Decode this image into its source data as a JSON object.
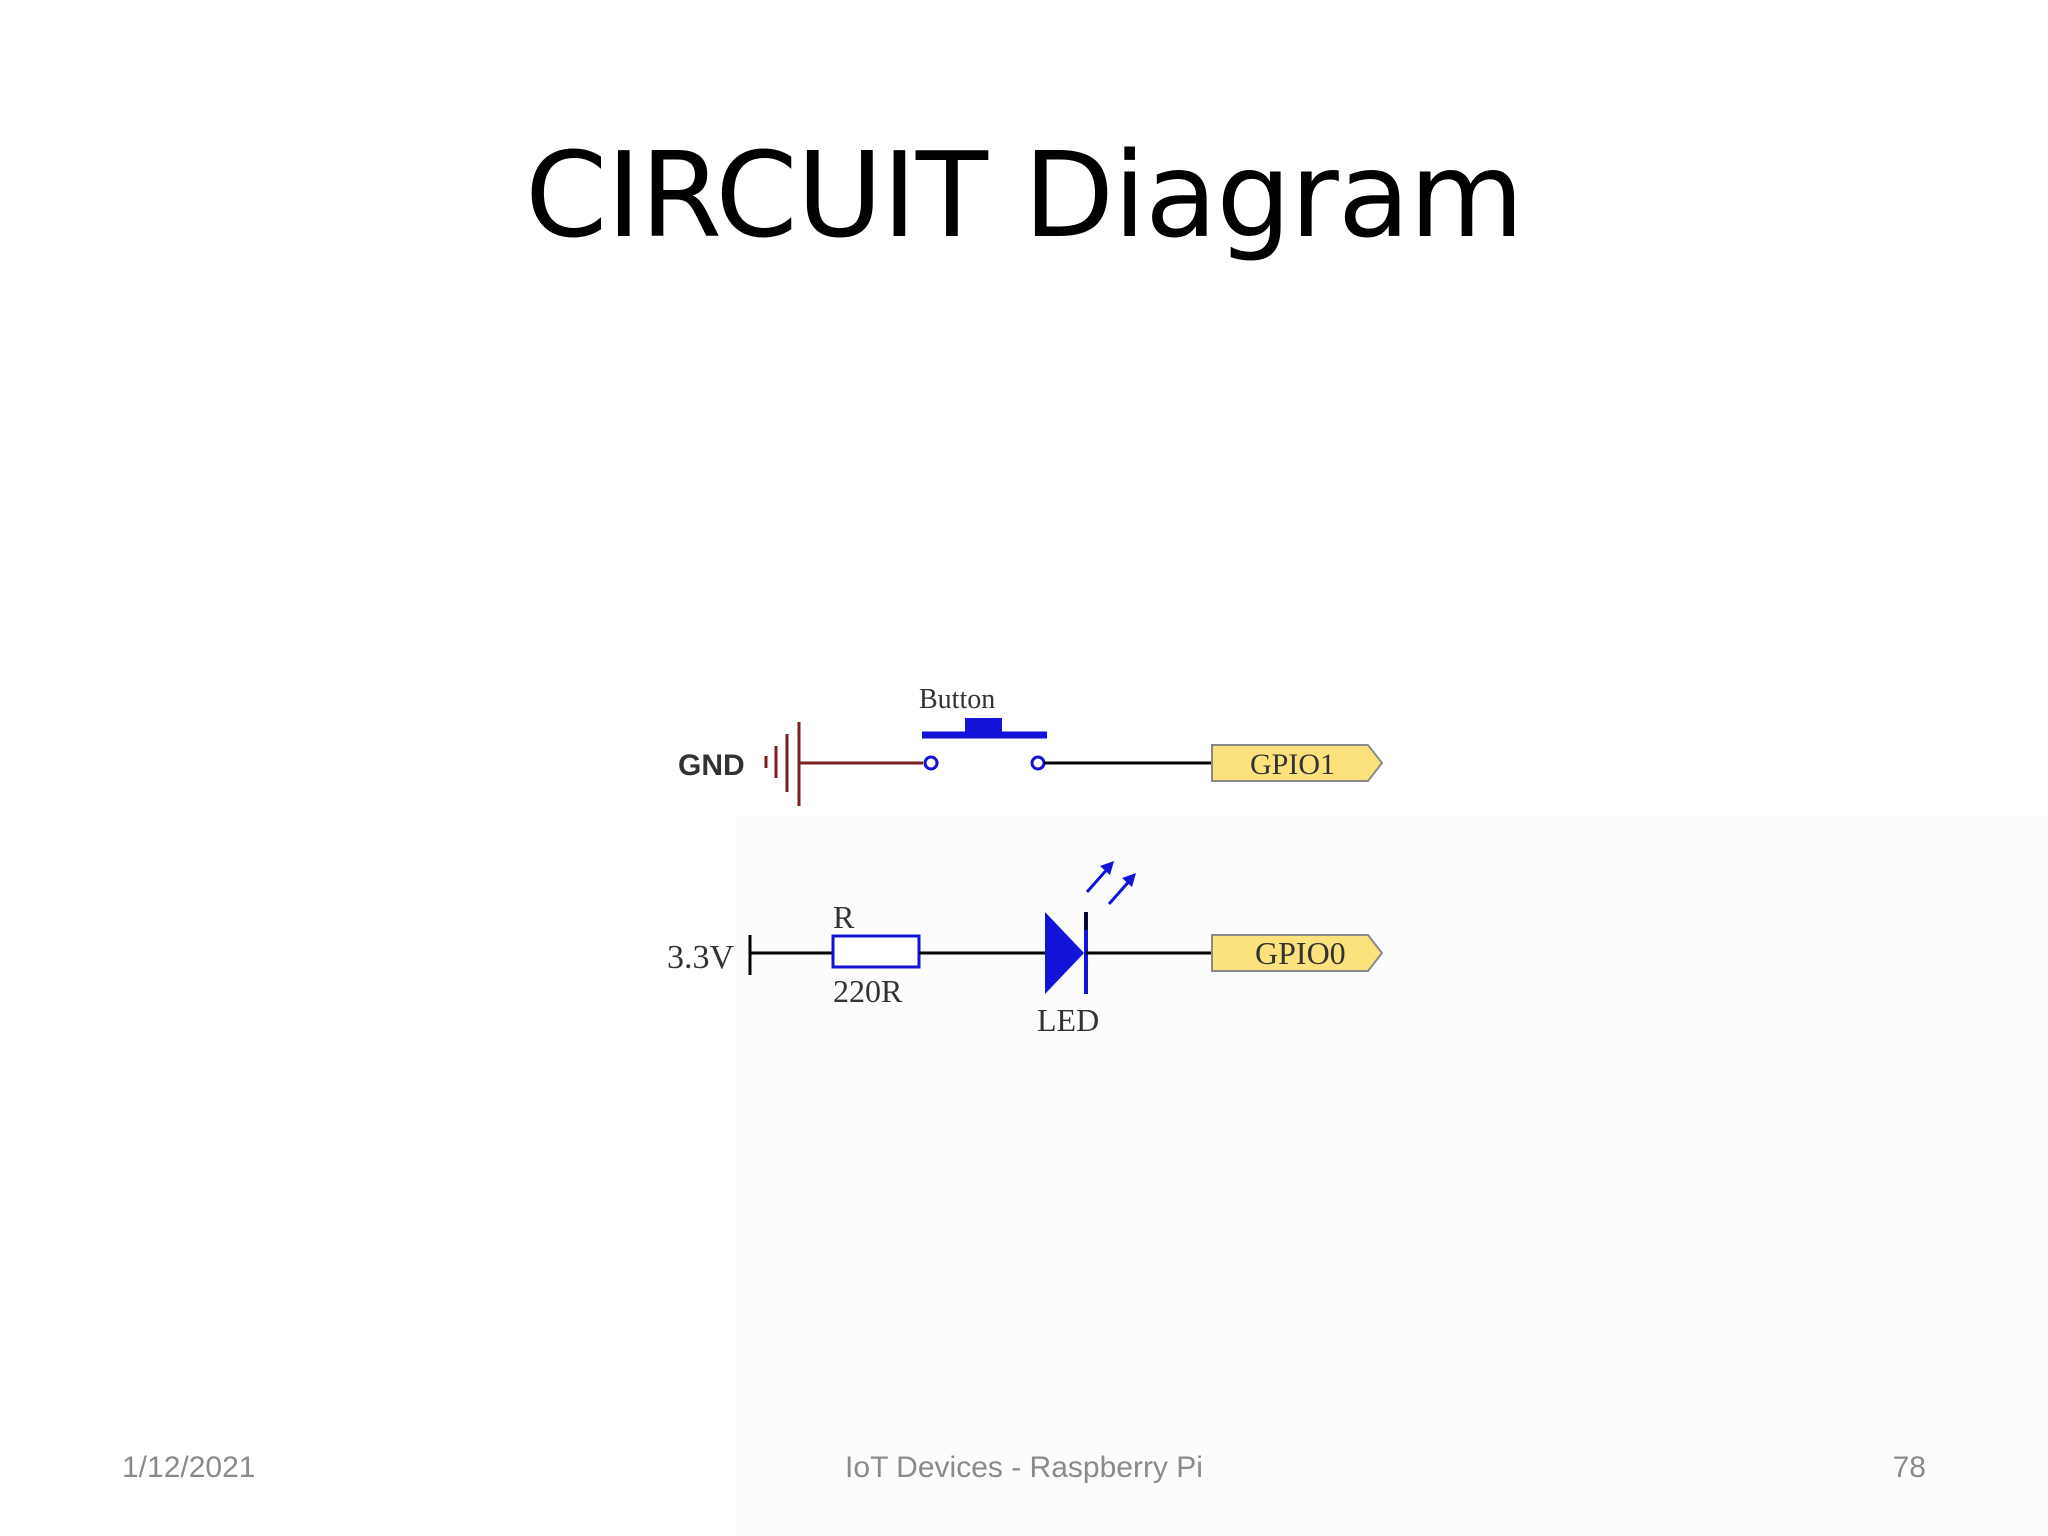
{
  "slide": {
    "title": "CIRCUIT Diagram"
  },
  "diagram": {
    "labels": {
      "gnd": "GND",
      "button": "Button",
      "gpio1": "GPIO1",
      "v33": "3.3V",
      "resistor_name": "R",
      "resistor_value": "220R",
      "led": "LED",
      "gpio0": "GPIO0"
    },
    "colors": {
      "ground_wire": "#7a2020",
      "component_blue": "#1212d8",
      "wire": "#000000",
      "gpio_fill": "#fbe27c",
      "gpio_stroke": "#8a8a8a",
      "label_text": "#333333"
    }
  },
  "footer": {
    "date": "1/12/2021",
    "center": "IoT Devices - Raspberry Pi",
    "page": "78"
  }
}
